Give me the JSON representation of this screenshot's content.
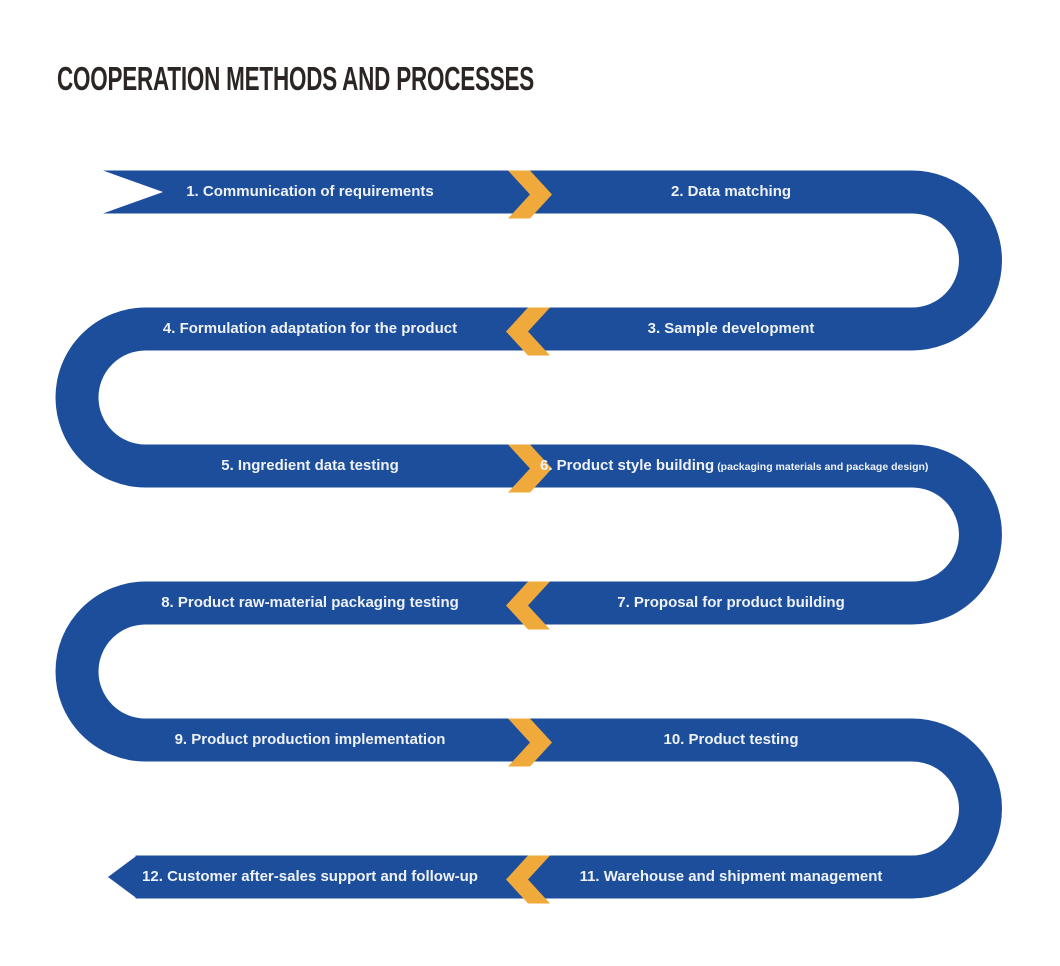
{
  "title": "COOPERATION METHODS AND PROCESSES",
  "colors": {
    "ribbon": "#1d4e9c",
    "chevron": "#f0a93b",
    "label_text": "#eef2f6",
    "title_text": "#2b2523",
    "background": "#ffffff"
  },
  "diagram_type": "serpentine-process-flow",
  "steps": [
    {
      "label": "1. Communication of requirements"
    },
    {
      "label": "2. Data matching"
    },
    {
      "label": "3. Sample development"
    },
    {
      "label": "4. Formulation adaptation for the product"
    },
    {
      "label": "5. Ingredient data testing"
    },
    {
      "label": "6. Product style building",
      "sublabel": "(packaging materials and package design)"
    },
    {
      "label": "7. Proposal for product building"
    },
    {
      "label": "8. Product raw-material packaging testing"
    },
    {
      "label": "9. Product production implementation"
    },
    {
      "label": "10. Product testing"
    },
    {
      "label": "11. Warehouse and shipment management"
    },
    {
      "label": "12. Customer after-sales support and follow-up"
    }
  ]
}
